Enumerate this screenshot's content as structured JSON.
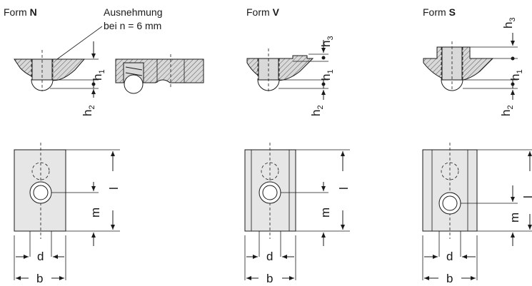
{
  "forms": [
    {
      "prefix": "Form ",
      "letter": "N"
    },
    {
      "prefix": "Form ",
      "letter": "V"
    },
    {
      "prefix": "Form ",
      "letter": "S"
    }
  ],
  "note": {
    "line1": "Ausnehmung",
    "line2": "bei n = 6 mm"
  },
  "dims": {
    "h": "h",
    "h1_sub": "1",
    "h2_sub": "2",
    "h3_sub": "3",
    "l": "l",
    "m": "m",
    "d": "d",
    "b": "b"
  }
}
